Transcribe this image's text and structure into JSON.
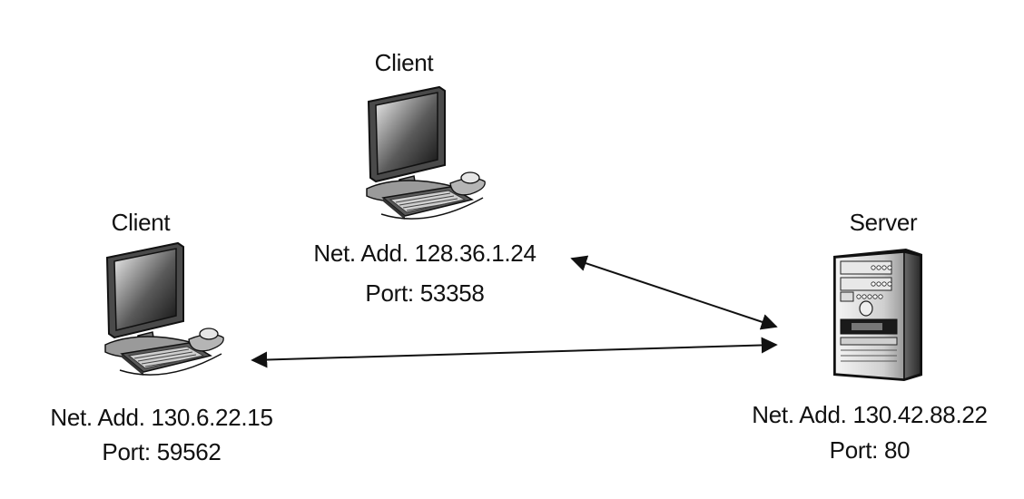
{
  "nodes": [
    {
      "id": "client_top",
      "title": "Client",
      "address": "Net. Add. 128.36.1.24",
      "port": "Port: 53358",
      "icon": "desktop-computer-icon"
    },
    {
      "id": "client_left",
      "title": "Client",
      "address": "Net. Add. 130.6.22.15",
      "port": "Port: 59562",
      "icon": "desktop-computer-icon"
    },
    {
      "id": "server",
      "title": "Server",
      "address": "Net. Add. 130.42.88.22",
      "port": "Port: 80",
      "icon": "server-tower-icon"
    }
  ],
  "connections": [
    {
      "from": "client_top",
      "to": "server",
      "style": "bidirectional-arrow"
    },
    {
      "from": "client_left",
      "to": "server",
      "style": "bidirectional-arrow"
    }
  ]
}
